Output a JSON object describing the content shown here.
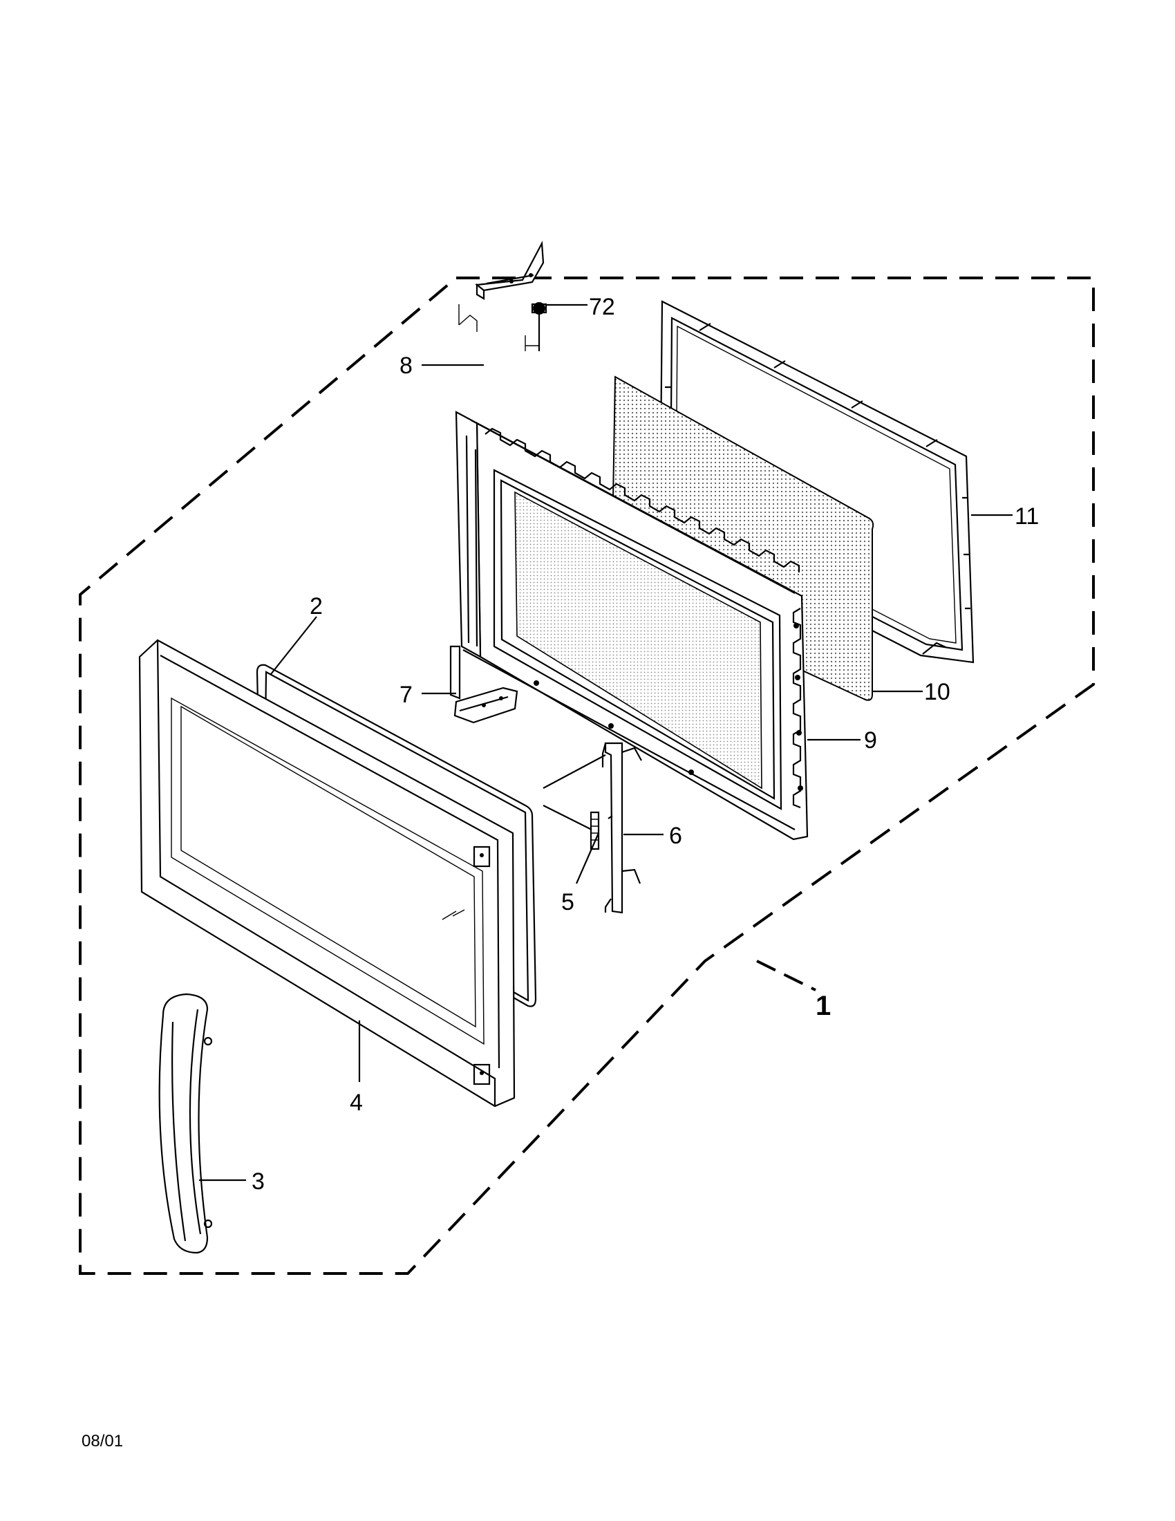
{
  "diagram": {
    "callouts": {
      "p1": "1",
      "p2": "2",
      "p3": "3",
      "p4": "4",
      "p5": "5",
      "p6": "6",
      "p7": "7",
      "p8": "8",
      "p9": "9",
      "p10": "10",
      "p11": "11",
      "p72": "72"
    },
    "date_code": "08/01"
  }
}
